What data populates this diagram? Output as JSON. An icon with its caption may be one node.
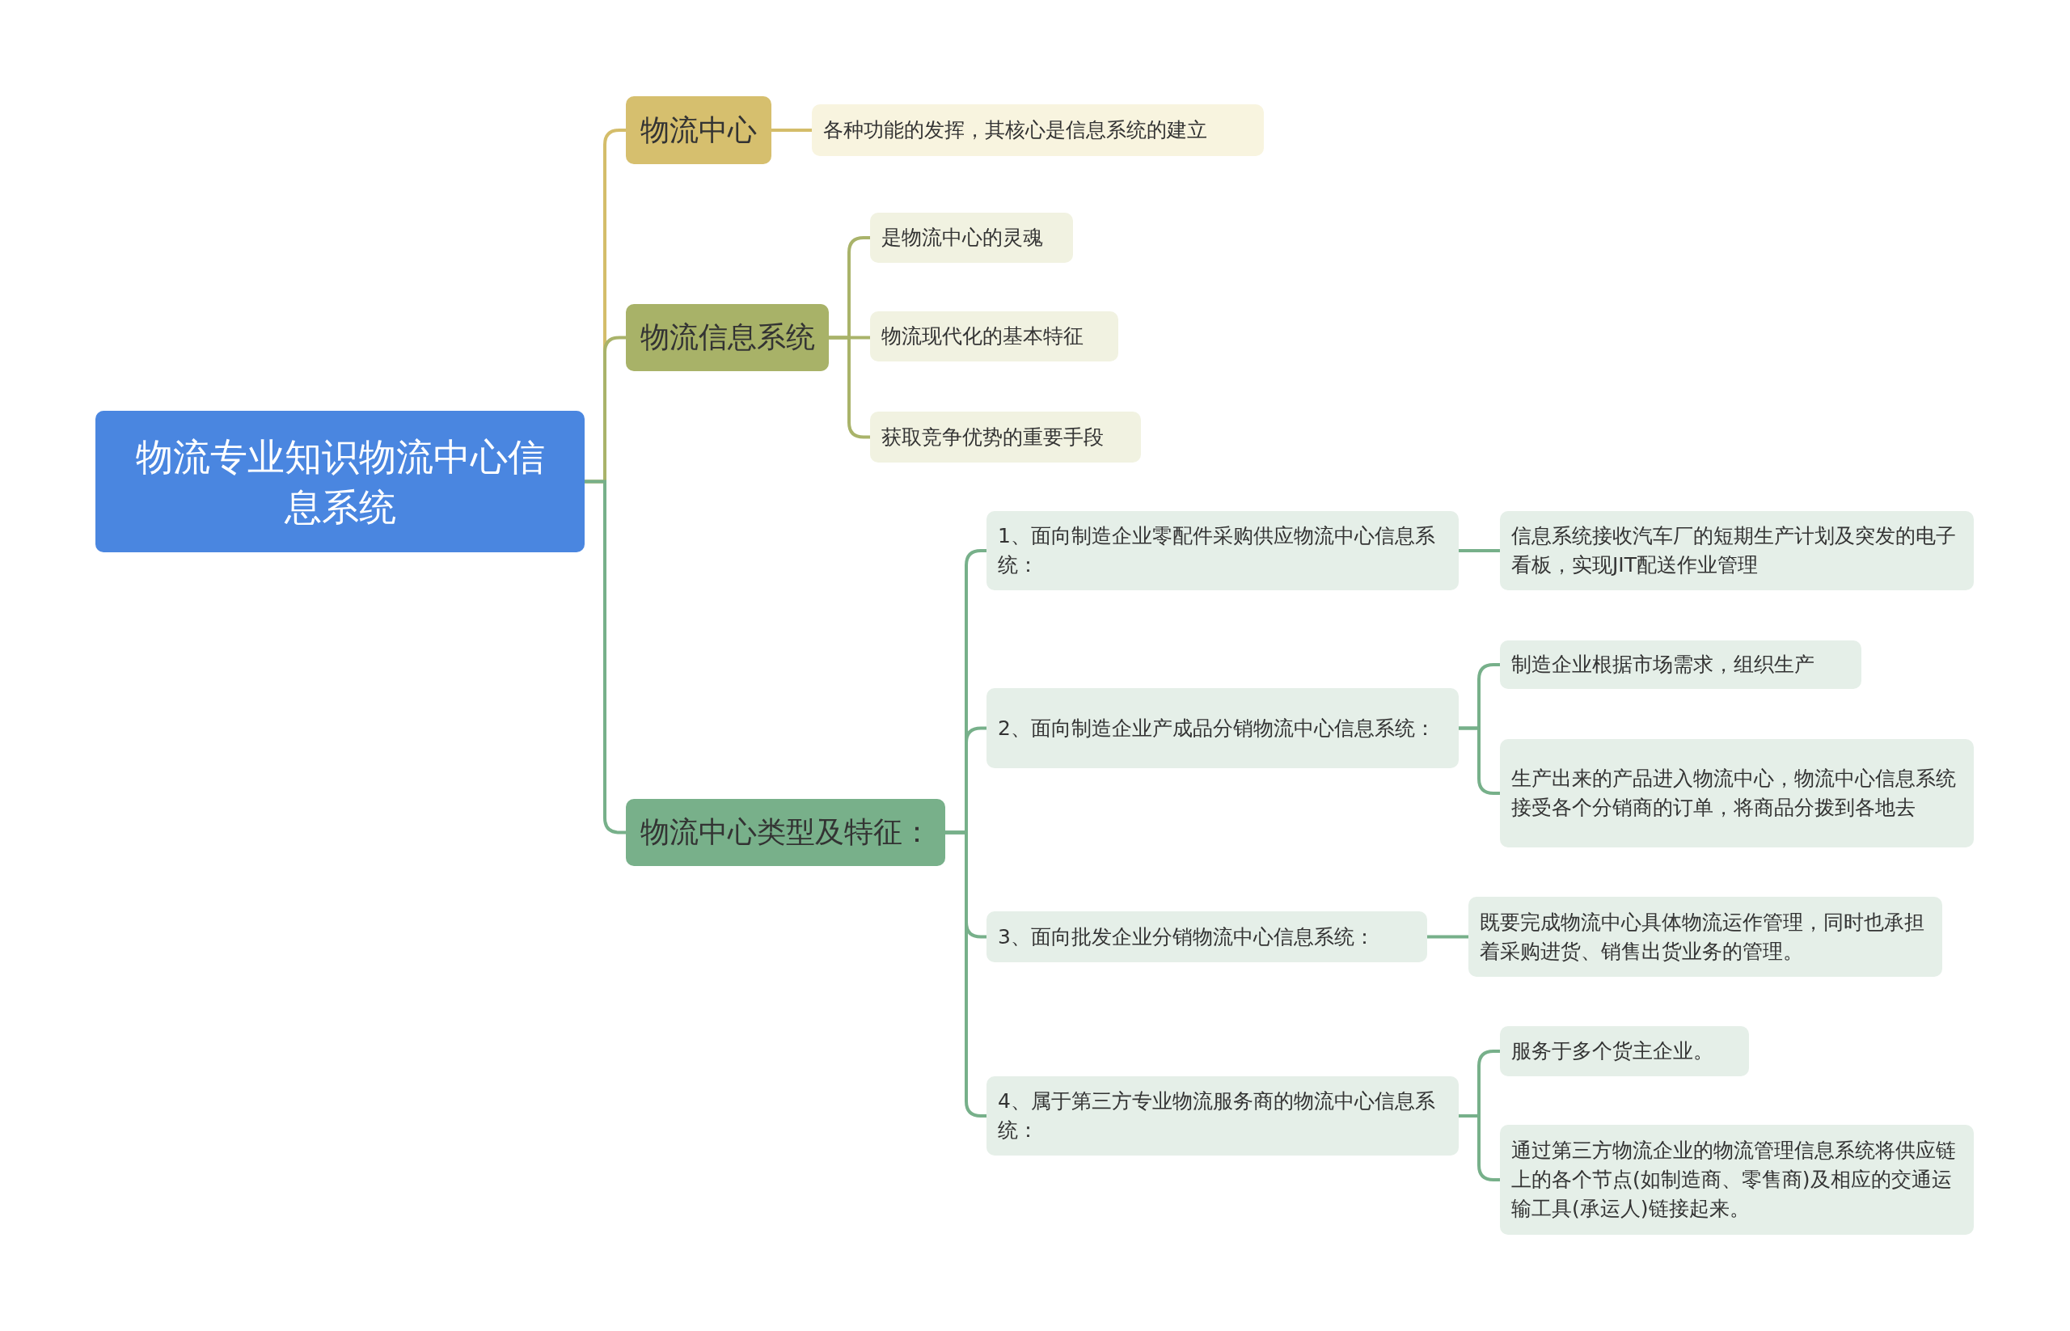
{
  "diagram": {
    "nodes": [
      {
        "text": [
          "物流专业知识物流中心信息系统"
        ]
      },
      {
        "text": [
          "物流中心"
        ]
      },
      {
        "text": [
          "各种功能的发挥，其核心是信息系统的建立"
        ]
      },
      {
        "text": [
          "物流信息系统"
        ]
      },
      {
        "text": [
          "是物流中心的灵魂"
        ]
      },
      {
        "text": [
          "物流现代化的基本特征"
        ]
      },
      {
        "text": [
          "获取竞争优势的重要手段"
        ]
      },
      {
        "text": [
          "物流中心类型及特征："
        ]
      },
      {
        "text": [
          "1、面向制造企业零配件采购供应物流中心信息系统："
        ]
      },
      {
        "text": [
          "信息系统接收汽车厂的短期生产计划及突发的电子看板，实现JIT配送作业管理"
        ]
      },
      {
        "text": [
          "2、面向制造企业产成品分销物流中心信息系统："
        ]
      },
      {
        "text": [
          "制造企业根据市场需求，组织生产"
        ]
      },
      {
        "text": [
          "生产出来的产品进入物流中心，物流中心信息系统接受各个分销商的订单，将商品分拨到各地去"
        ]
      },
      {
        "text": [
          "3、面向批发企业分销物流中心信息系统："
        ]
      },
      {
        "text": [
          "既要完成物流中心具体物流运作管理，同时也承担着采购进货、销售出货业务的管理。"
        ]
      },
      {
        "text": [
          "4、属于第三方专业物流服务商的物流中心信息系统："
        ]
      },
      {
        "text": [
          "服务于多个货主企业。"
        ]
      },
      {
        "text": [
          "通过第三方物流企业的物流管理信息系统将供应链上的各个节点(如制造商、零售商)及相应的交通运输工具(承运人)链接起来。"
        ]
      }
    ],
    "edges": [
      {
        "from": 0,
        "to": 1,
        "arrow": "none",
        "color": "#d4bd6a"
      },
      {
        "from": 0,
        "to": 3,
        "arrow": "none",
        "color": "#a9b36a"
      },
      {
        "from": 0,
        "to": 7,
        "arrow": "none"
      },
      {
        "from": 1,
        "to": 2,
        "arrow": "none",
        "color": "#d4bd6a"
      },
      {
        "from": 3,
        "to": 4,
        "arrow": "none",
        "color": "#a9b36a"
      },
      {
        "from": 3,
        "to": 5,
        "arrow": "none",
        "color": "#a9b36a"
      },
      {
        "from": 3,
        "to": 6,
        "arrow": "none",
        "color": "#a9b36a"
      },
      {
        "from": 7,
        "to": 8,
        "arrow": "none"
      },
      {
        "from": 7,
        "to": 10,
        "arrow": "none"
      },
      {
        "from": 7,
        "to": 13,
        "arrow": "none"
      },
      {
        "from": 7,
        "to": 15,
        "arrow": "none"
      },
      {
        "from": 8,
        "to": 9,
        "arrow": "none"
      },
      {
        "from": 10,
        "to": 11,
        "arrow": "none"
      },
      {
        "from": 10,
        "to": 12,
        "arrow": "none"
      },
      {
        "from": 13,
        "to": 14,
        "arrow": "none"
      },
      {
        "from": 15,
        "to": 16,
        "arrow": "none"
      },
      {
        "from": 15,
        "to": 17,
        "arrow": "none"
      }
    ]
  }
}
